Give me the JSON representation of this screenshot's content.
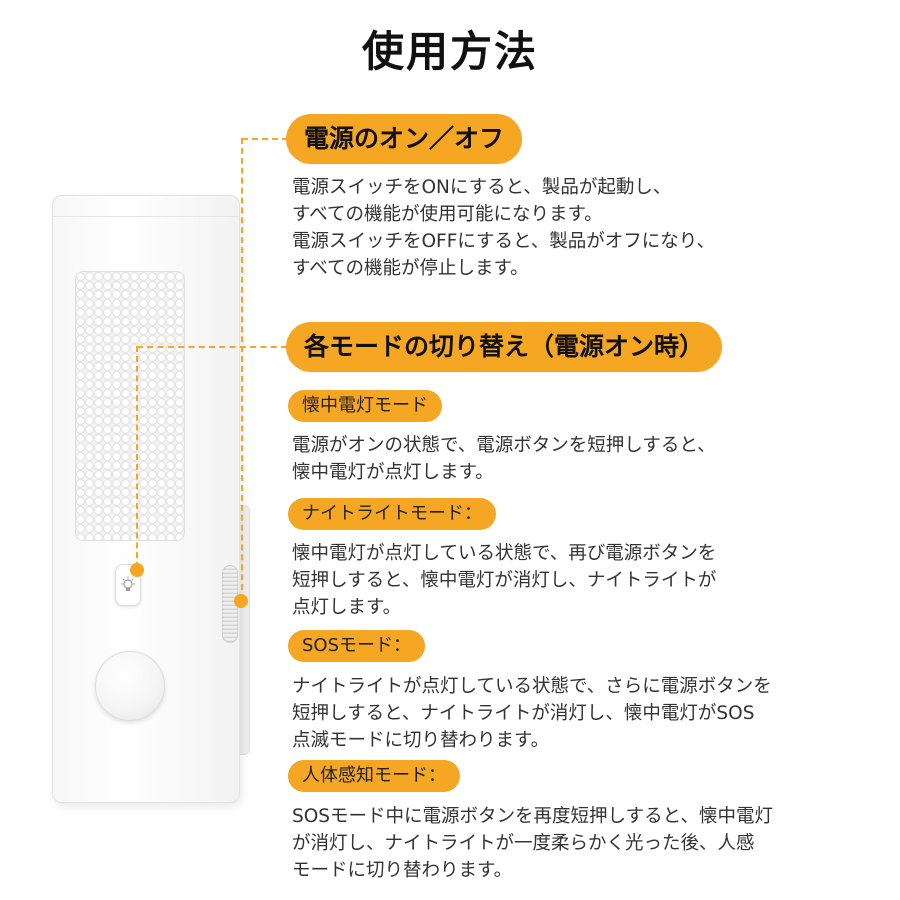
{
  "page_title": "使用方法",
  "sections": {
    "power": {
      "heading": "電源のオン／オフ",
      "lines": [
        "電源スイッチをONにすると、製品が起動し、",
        "すべての機能が使用可能になります。",
        "電源スイッチをOFFにすると、製品がオフになり、",
        "すべての機能が停止します。"
      ]
    },
    "modes": {
      "heading": "各モードの切り替え（電源オン時）",
      "items": [
        {
          "tag": "懐中電灯モード",
          "lines": [
            "電源がオンの状態で、電源ボタンを短押しすると、",
            "懐中電灯が点灯します。"
          ]
        },
        {
          "tag": "ナイトライトモード：",
          "lines": [
            "懐中電灯が点灯している状態で、再び電源ボタンを",
            "短押しすると、懐中電灯が消灯し、ナイトライトが",
            "点灯します。"
          ]
        },
        {
          "tag": "SOSモード：",
          "lines": [
            "ナイトライトが点灯している状態で、さらに電源ボタンを",
            "短押しすると、ナイトライトが消灯し、懐中電灯がSOS",
            "点滅モードに切り替わります。"
          ]
        },
        {
          "tag": "人体感知モード：",
          "lines": [
            "SOSモード中に電源ボタンを再度短押しすると、懐中電灯",
            "が消灯し、ナイトライトが一度柔らかく光った後、人感",
            "モードに切り替わります。"
          ]
        }
      ]
    }
  },
  "colors": {
    "accent": "#f5a623",
    "text": "#333333",
    "title": "#111111"
  }
}
